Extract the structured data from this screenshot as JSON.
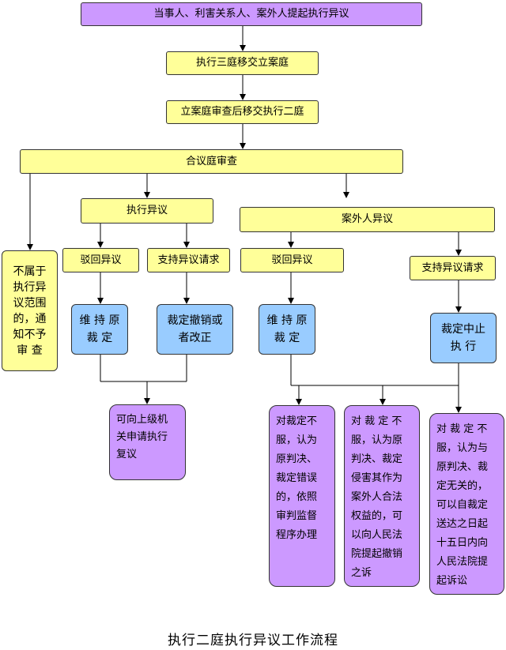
{
  "nodes": {
    "start": "当事人、利害关系人、案外人提起执行异议",
    "transfer1": "执行三庭移交立案庭",
    "transfer2": "立案庭审查后移交执行二庭",
    "collegial": "合议庭审查",
    "not_scope": "不属于\n执行异\n议范围\n的，通\n知不予\n审 查",
    "exec_objection": "执行异议",
    "outsider_objection": "案外人异议",
    "reject_left": "驳回异议",
    "support_left": "支持异议请求",
    "reject_right": "驳回异议",
    "support_right": "支持异议请求",
    "maintain_left": "维 持 原\n裁   定",
    "revoke_change": "裁定撤销或\n者改正",
    "maintain_right": "维 持 原\n裁   定",
    "suspend": "裁定中止\n执  行",
    "review": "可向上级机\n关申请执行\n复议",
    "supervision": "对裁定不\n服，认为\n原判决、\n裁定错误\n的，依照\n审判监督\n程序办理",
    "lawsuit_revoke": "对 裁 定 不\n服，认为原\n判决、裁定\n侵害其作为\n案外人合法\n权益的，可\n以向人民法\n院提起撤销\n之诉",
    "lawsuit_other": "对 裁 定 不\n服，认为与\n原判决、裁\n定无关的，\n可以自裁定\n送达之日起\n十五日内向\n人民法院提\n起诉讼"
  },
  "caption": "执行二庭执行异议工作流程",
  "colors": {
    "yellow": "#ffff99",
    "purple": "#cc99ff",
    "blue": "#99ccff",
    "line": "#000000"
  }
}
